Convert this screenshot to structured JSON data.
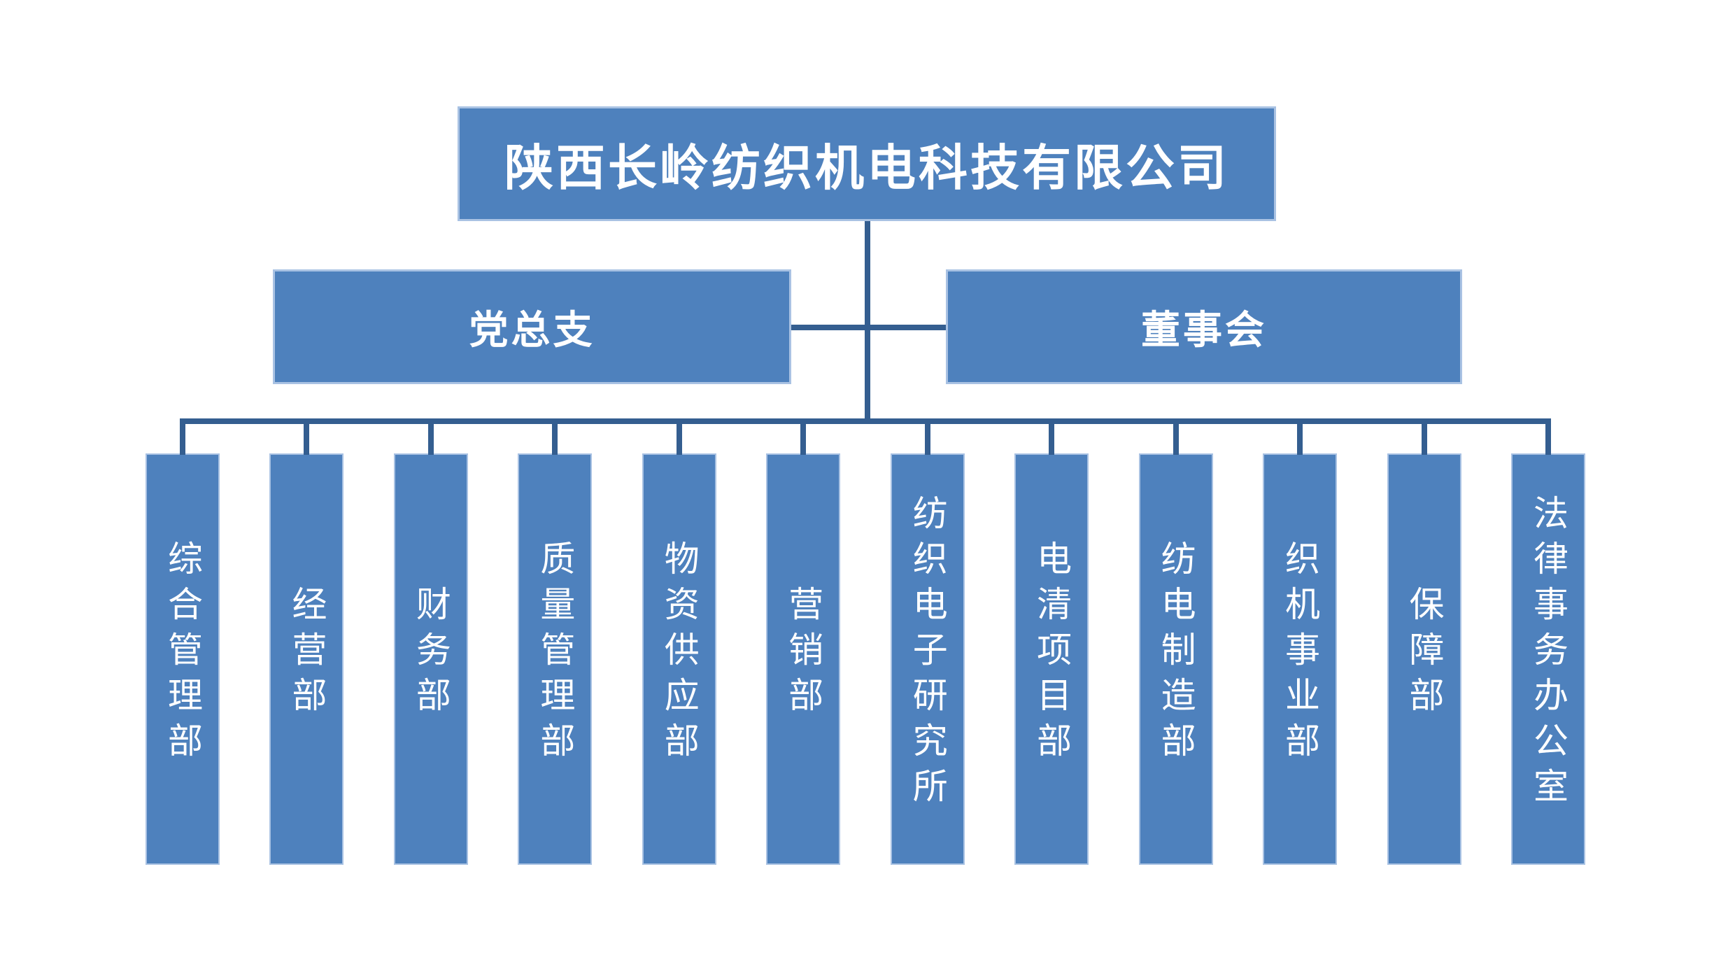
{
  "org_chart": {
    "company": {
      "name": "陕西长岭纺织机电科技有限公司"
    },
    "level2": [
      {
        "name": "党总支"
      },
      {
        "name": "董事会"
      }
    ],
    "departments": [
      {
        "name": "综合管理部"
      },
      {
        "name": "经营部"
      },
      {
        "name": "财务部"
      },
      {
        "name": "质量管理部"
      },
      {
        "name": "物资供应部"
      },
      {
        "name": "营销部"
      },
      {
        "name": "纺织电子研究所"
      },
      {
        "name": "电清项目部"
      },
      {
        "name": "纺电制造部"
      },
      {
        "name": "织机事业部"
      },
      {
        "name": "保障部"
      },
      {
        "name": "法律事务办公室"
      }
    ],
    "colors": {
      "box_fill": "#4E81BD",
      "box_border": "#A9C2E3",
      "connector_line": "#345E90",
      "text": "#FFFFFF",
      "background": "#FFFFFF"
    }
  }
}
